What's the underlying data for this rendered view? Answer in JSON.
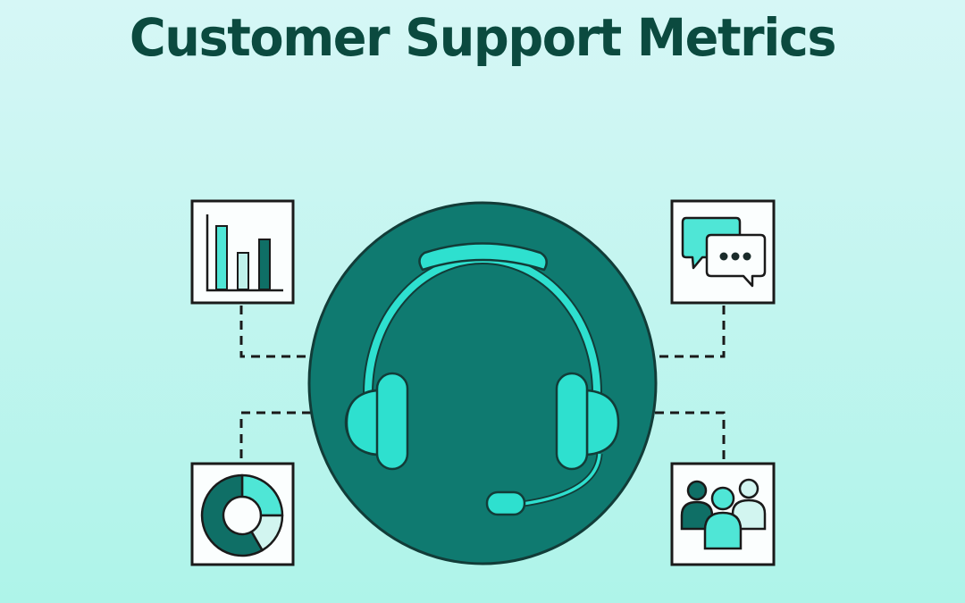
{
  "title": "Customer Support Metrics",
  "colors": {
    "background_top": "#d6f7f6",
    "background_bottom": "#aef4e9",
    "title": "#0b4a3f",
    "circle_fill": "#0f7a70",
    "headset_fill": "#2ee0cf",
    "dark_teal": "#0f6f66",
    "light_teal": "#4fe6d6",
    "pale_teal": "#bff2eb",
    "outline": "#1a1a1a",
    "tile_fill": "#fbfefe"
  },
  "center": {
    "icon": "headset-icon",
    "label": "Customer support headset"
  },
  "tiles": [
    {
      "position": "top-left",
      "icon": "bar-chart-icon",
      "label": "Bar chart"
    },
    {
      "position": "top-right",
      "icon": "chat-bubbles-icon",
      "label": "Chat messages"
    },
    {
      "position": "bottom-left",
      "icon": "donut-chart-icon",
      "label": "Donut chart"
    },
    {
      "position": "bottom-right",
      "icon": "team-users-icon",
      "label": "Customer group"
    }
  ],
  "connectors": {
    "style": "dashed",
    "count": 4
  }
}
